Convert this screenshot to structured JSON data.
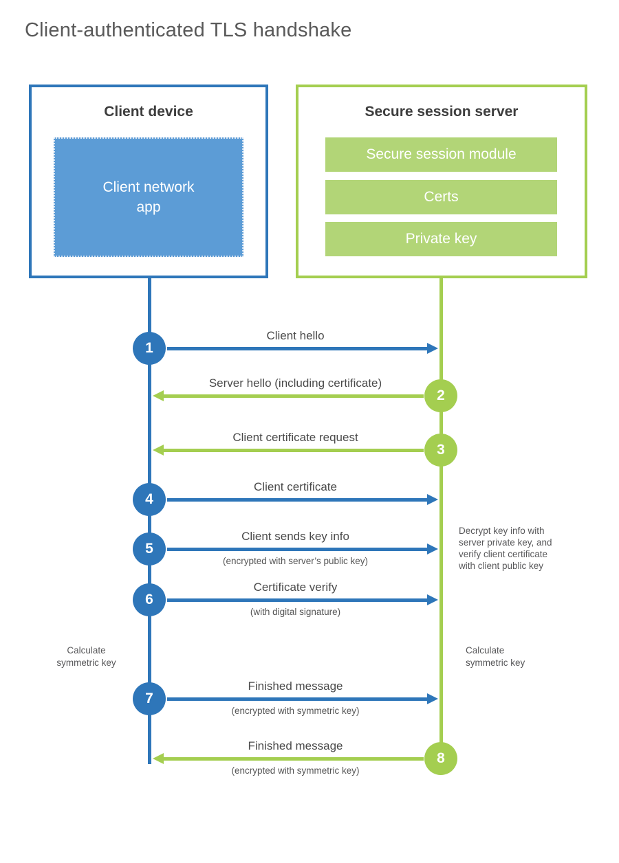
{
  "page": {
    "title": "Client-authenticated TLS handshake"
  },
  "colors": {
    "blue": "#2e76b9",
    "blue-fill": "#5c9cd6",
    "green": "#a4ce50",
    "green-fill": "#b2d577"
  },
  "client": {
    "title": "Client device",
    "app_lines": [
      "Client network",
      "app"
    ]
  },
  "server": {
    "title": "Secure session server",
    "modules": [
      "Secure session module",
      "Certs",
      "Private key"
    ]
  },
  "steps": [
    {
      "num": "1",
      "label": "Client hello",
      "sub": "",
      "direction": "client-to-server",
      "color": "blue"
    },
    {
      "num": "2",
      "label": "Server hello (including certificate)",
      "sub": "",
      "direction": "server-to-client",
      "color": "green"
    },
    {
      "num": "3",
      "label": "Client certificate request",
      "sub": "",
      "direction": "server-to-client",
      "color": "green"
    },
    {
      "num": "4",
      "label": "Client certificate",
      "sub": "",
      "direction": "client-to-server",
      "color": "blue"
    },
    {
      "num": "5",
      "label": "Client sends key info",
      "sub": "(encrypted with server’s public key)",
      "direction": "client-to-server",
      "color": "blue"
    },
    {
      "num": "6",
      "label": "Certificate verify",
      "sub": "(with digital signature)",
      "direction": "client-to-server",
      "color": "blue"
    },
    {
      "num": "7",
      "label": "Finished message",
      "sub": "(encrypted with symmetric key)",
      "direction": "client-to-server",
      "color": "blue"
    },
    {
      "num": "8",
      "label": "Finished message",
      "sub": "(encrypted with symmetric key)",
      "direction": "server-to-client",
      "color": "green"
    }
  ],
  "notes": {
    "decrypt_lines": [
      "Decrypt key info with",
      "server private key, and",
      "verify client certificate",
      "with client public key"
    ],
    "calc_symmetric_lines": [
      "Calculate",
      "symmetric key"
    ]
  }
}
